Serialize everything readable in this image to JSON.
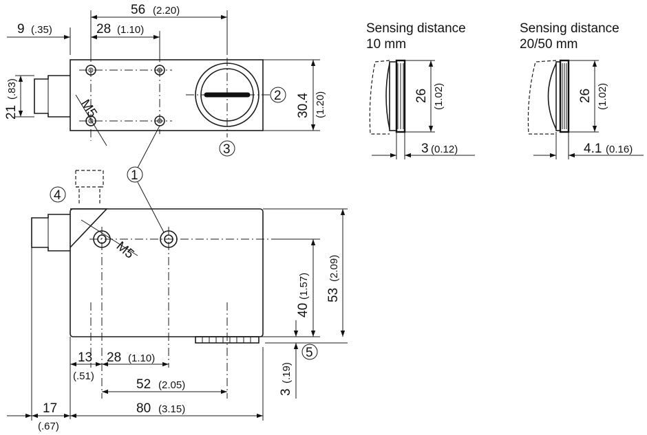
{
  "top_view": {
    "dim_56": "56",
    "dim_56_in": "(2.20)",
    "dim_9": "9",
    "dim_9_in": "(.35)",
    "dim_28": "28",
    "dim_28_in": "(1.10)",
    "dim_21": "21",
    "dim_21_in": "(.83)",
    "dim_304": "30.4",
    "dim_304_in": "(1.20)",
    "thread": "M5"
  },
  "callouts": {
    "c1": "1",
    "c2": "2",
    "c3": "3",
    "c4": "4",
    "c5": "5"
  },
  "detail_10mm": {
    "title_line1": "Sensing distance",
    "title_line2": "10 mm",
    "height": "26",
    "height_in": "(1.02)",
    "depth": "3",
    "depth_in": "(0.12)"
  },
  "detail_2050mm": {
    "title_line1": "Sensing distance",
    "title_line2": "20/50 mm",
    "height": "26",
    "height_in": "(1.02)",
    "depth": "4.1",
    "depth_in": "(0.16)"
  },
  "front_view": {
    "thread": "M5",
    "dim_13": "13",
    "dim_13_in": "(.51)",
    "dim_28": "28",
    "dim_28_in": "(1.10)",
    "dim_52": "52",
    "dim_52_in": "(2.05)",
    "dim_17": "17",
    "dim_17_in": "(.67)",
    "dim_80": "80",
    "dim_80_in": "(3.15)",
    "dim_40": "40",
    "dim_40_in": "(1.57)",
    "dim_53": "53",
    "dim_53_in": "(2.09)",
    "dim_3": "3",
    "dim_3_in": "(.19)"
  }
}
